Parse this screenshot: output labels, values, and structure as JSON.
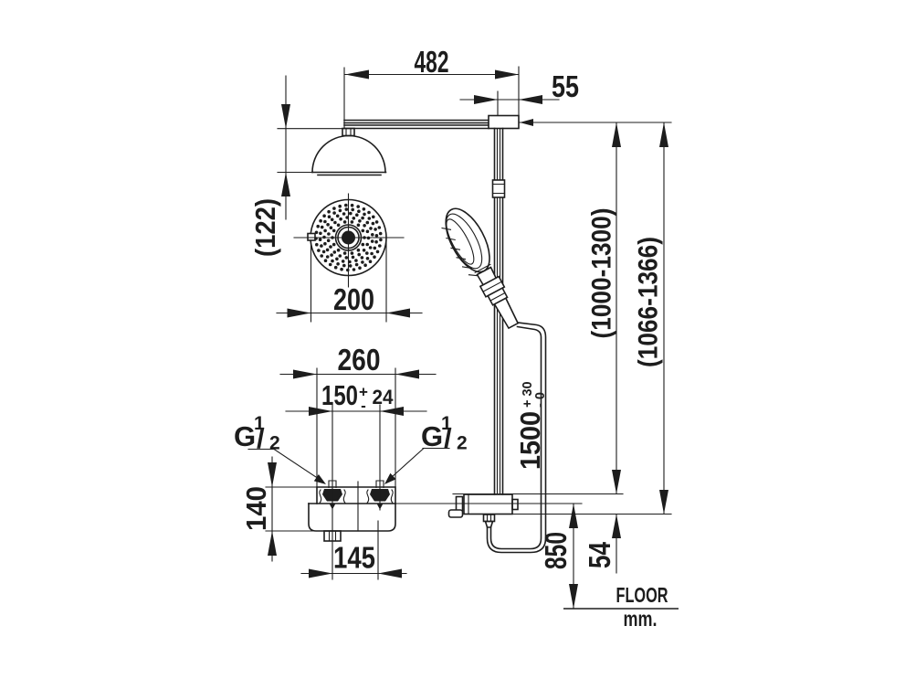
{
  "drawing": {
    "title": "rain-shower-set-installation-dimension-drawing",
    "line_color": "#1d1d1d",
    "floor_label": "FLOOR",
    "units_label": "mm.",
    "dims": {
      "arm_length": "482",
      "wall_offset": "55",
      "head_drop": "(122)",
      "head_diameter": "200",
      "escutcheon_width": "260",
      "inlet_spacing": "150",
      "inlet_tol_plus": "+",
      "inlet_tol_minus": "-",
      "inlet_tol_value": "24",
      "body_height": "140",
      "outlet_spacing": "145",
      "hose_length": "1500",
      "hose_tol_plus": "+ 30",
      "hose_tol_minus": "- 0",
      "mixer_height": "850",
      "shelf_depth": "54",
      "riser_range": "(1000-1300)",
      "overall_range": "(1066-1366)",
      "thread_g": "G",
      "thread_sup": "1",
      "thread_slash": "/",
      "thread_sub": "2"
    }
  }
}
